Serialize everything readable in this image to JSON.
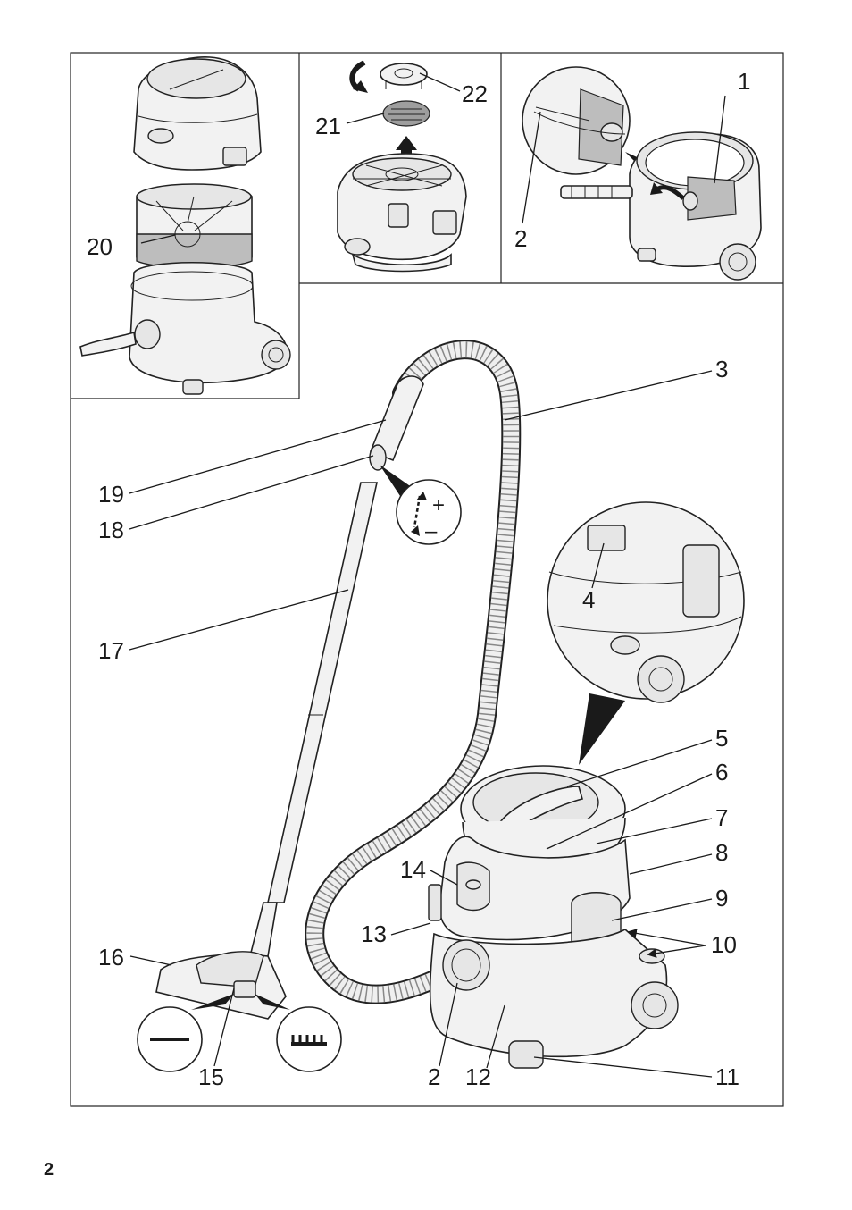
{
  "page_number": "2",
  "labels": {
    "l1": "1",
    "l2a": "2",
    "l2b": "2",
    "l3": "3",
    "l4": "4",
    "l5": "5",
    "l6": "6",
    "l7": "7",
    "l8": "8",
    "l9": "9",
    "l10": "10",
    "l11": "11",
    "l12": "12",
    "l13": "13",
    "l14": "14",
    "l15": "15",
    "l16": "16",
    "l17": "17",
    "l18": "18",
    "l19": "19",
    "l20": "20",
    "l21": "21",
    "l22": "22"
  },
  "symbols": {
    "plus": "+",
    "minus": "–"
  }
}
